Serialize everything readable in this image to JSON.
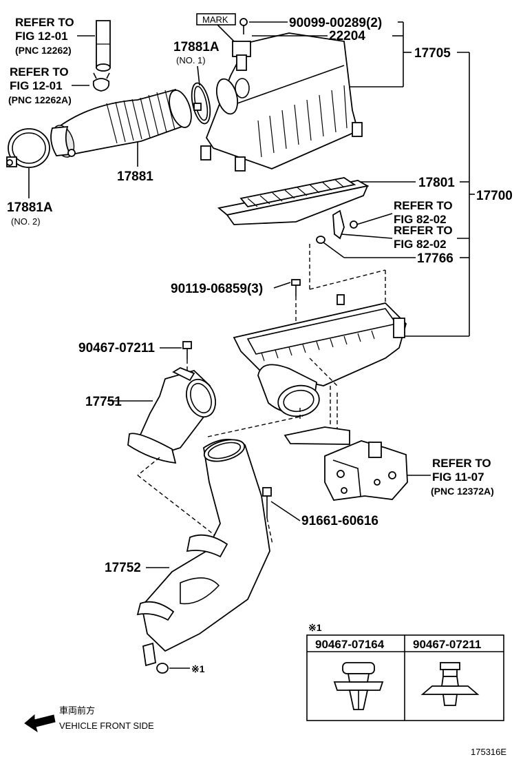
{
  "callouts": {
    "ref_top_1": "REFER TO",
    "ref_top_2": "FIG 12-01",
    "ref_top_3": "(PNC 12262)",
    "ref_mid_1": "REFER TO",
    "ref_mid_2": "FIG 12-01",
    "ref_mid_3": "(PNC 12262A)",
    "mark": "MARK",
    "p_90099": "90099-00289(2)",
    "p_22204": "22204",
    "p_17705": "17705",
    "p_17881A_top": "17881A",
    "p_17881A_top_sub": "(NO. 1)",
    "p_17881": "17881",
    "p_17881A_bot": "17881A",
    "p_17881A_bot_sub": "(NO. 2)",
    "p_17801": "17801",
    "p_17700": "17700",
    "ref_82_a1": "REFER TO",
    "ref_82_a2": "FIG 82-02",
    "ref_82_b1": "REFER TO",
    "ref_82_b2": "FIG 82-02",
    "p_17766": "17766",
    "p_90119": "90119-06859(3)",
    "p_90467": "90467-07211",
    "p_17751": "17751",
    "ref_11_1": "REFER TO",
    "ref_11_2": "FIG 11-07",
    "ref_11_3": "(PNC 12372A)",
    "p_91661": "91661-60616",
    "p_17752": "17752",
    "p_note_mark": "※1"
  },
  "note_table": {
    "title": "※1",
    "headers": [
      "90467-07164",
      "90467-07211"
    ]
  },
  "footer": {
    "front_jp": "車両前方",
    "front_en": "VEHICLE FRONT SIDE",
    "figure_id": "175316E"
  }
}
